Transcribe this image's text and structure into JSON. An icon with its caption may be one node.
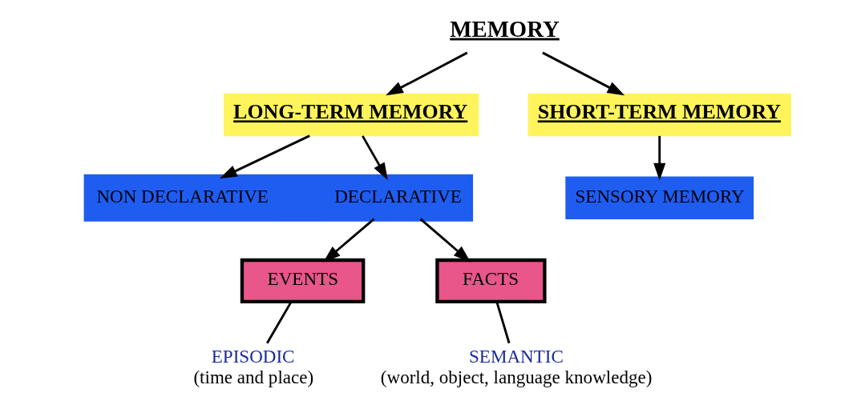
{
  "diagram": {
    "nodes": [
      {
        "text": [
          "MEMORY"
        ]
      },
      {
        "text": [
          "LONG-TERM MEMORY"
        ]
      },
      {
        "text": [
          "SHORT-TERM MEMORY"
        ]
      },
      {
        "text": [],
        "shape": "bar"
      },
      {
        "text": [
          "NON DECLARATIVE"
        ],
        "in": 3
      },
      {
        "text": [
          "DECLARATIVE"
        ],
        "in": 3
      },
      {
        "text": [
          "SENSORY MEMORY"
        ]
      },
      {
        "text": [
          "EVENTS"
        ]
      },
      {
        "text": [
          "FACTS"
        ]
      },
      {
        "text": [
          "EPISODIC",
          "(time and place)"
        ]
      },
      {
        "text": [
          "SEMANTIC",
          "(world, object, language knowledge)"
        ]
      }
    ],
    "edges": [
      {
        "from": 0,
        "to": 1,
        "arrow": "to"
      },
      {
        "from": 0,
        "to": 2,
        "arrow": "to"
      },
      {
        "from": 1,
        "to": 4,
        "arrow": "to"
      },
      {
        "from": 1,
        "to": 5,
        "arrow": "to"
      },
      {
        "from": 2,
        "to": 6,
        "arrow": "to"
      },
      {
        "from": 5,
        "to": 7,
        "arrow": "to"
      },
      {
        "from": 5,
        "to": 8,
        "arrow": "to"
      },
      {
        "from": 7,
        "to": 9,
        "arrow": "none"
      },
      {
        "from": 8,
        "to": 10,
        "arrow": "none"
      }
    ]
  }
}
